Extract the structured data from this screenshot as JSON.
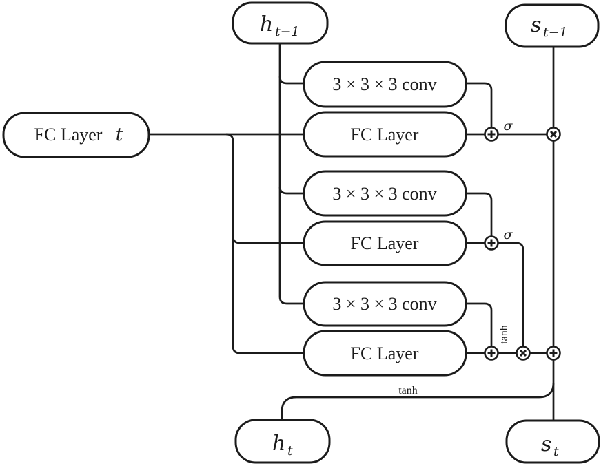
{
  "diagram": {
    "nodes": {
      "h_prev": {
        "main": "h",
        "sub": "t−1"
      },
      "s_prev": {
        "main": "s",
        "sub": "t−1"
      },
      "fc_input": {
        "label": "FC Layer",
        "var": "t"
      },
      "conv1": {
        "label": "3 × 3 × 3 conv"
      },
      "fc1": {
        "label": "FC Layer"
      },
      "conv2": {
        "label": "3 × 3 × 3 conv"
      },
      "fc2": {
        "label": "FC Layer"
      },
      "conv3": {
        "label": "3 × 3 × 3 conv"
      },
      "fc3": {
        "label": "FC Layer"
      },
      "h_out": {
        "main": "h",
        "sub": "t"
      },
      "s_out": {
        "main": "s",
        "sub": "t"
      }
    },
    "annotations": {
      "sigma1": "σ",
      "sigma2": "σ",
      "tanh_gate": "tanh",
      "tanh_output": "tanh"
    },
    "operators": {
      "add_symbol": "⊕",
      "multiply_symbol": "⊗"
    },
    "colors": {
      "stroke": "#1b1b1b",
      "background": "#ffffff",
      "node_fill": "#ffffff"
    }
  }
}
